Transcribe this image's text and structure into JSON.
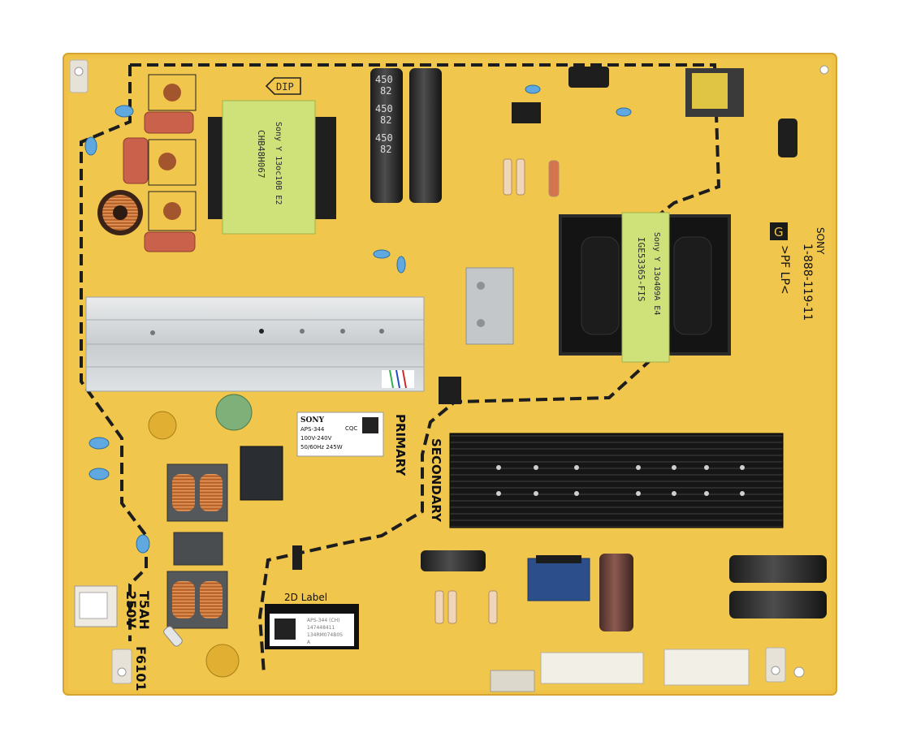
{
  "board": {
    "part_number": "1-888-119-11",
    "board_name": ">PF LP<",
    "brand": "SONY",
    "brand_mark": "G",
    "dip_label": "DIP",
    "primary_label": "PRIMARY",
    "secondary_label": "SECONDARY",
    "fuse_ref": "F6101",
    "fuse_rating_line1": "T5AH",
    "fuse_rating_line2": "250V"
  },
  "transformers": {
    "main_text": "CHB48H067",
    "main_sub": "Sony Y 13oc10B E2",
    "standby_text": "IGE53365-FIS",
    "standby_sub": "Sony Y 13o409A E4"
  },
  "capacitors": {
    "bulk_values": [
      "450",
      "82",
      "450",
      "82",
      "450",
      "82"
    ]
  },
  "rating_label": {
    "brand": "SONY",
    "model": "APS-344",
    "voltage": "100V-240V",
    "freq_power": "50/60Hz 245W",
    "mark": "CQC"
  },
  "id_label": {
    "title": "2D Label",
    "line1": "APS-344 (CH)",
    "line2": "147448411",
    "line3": "134RM074B0S",
    "line4": "A"
  }
}
